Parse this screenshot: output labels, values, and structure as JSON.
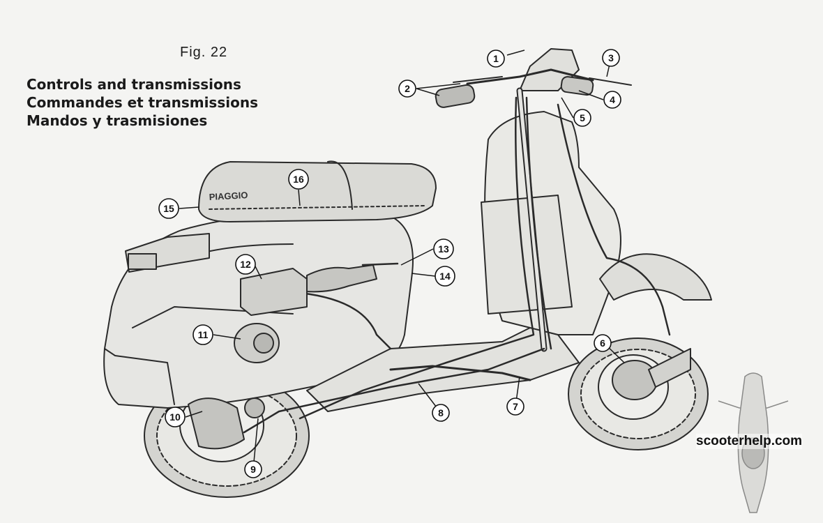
{
  "figure": {
    "label": "Fig. 22",
    "titles": [
      "Controls and transmissions",
      "Commandes et transmissions",
      "Mandos y trasmisiones"
    ]
  },
  "callouts": [
    "1",
    "2",
    "3",
    "4",
    "5",
    "6",
    "7",
    "8",
    "9",
    "10",
    "11",
    "12",
    "13",
    "14",
    "15",
    "16"
  ],
  "seat_logo": "PIAGGIO",
  "watermark": "scooterhelp.com"
}
